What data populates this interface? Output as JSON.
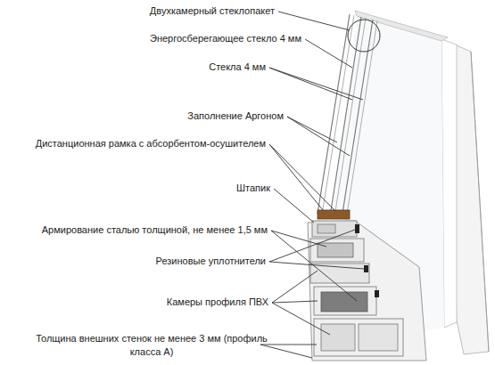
{
  "diagram": {
    "labels": [
      "Двухкамерный стеклопакет",
      "Энергосберегающее стекло 4 мм",
      "Стекла 4 мм",
      "Заполнение Аргоном",
      "Дистанционная рамка с абсорбентом-осушителем",
      "Штапик",
      "Армирование сталью толщиной, не менее 1,5 мм",
      "Резиновые уплотнители",
      "Камеры профиля ПВХ",
      "Толщина внешних стенок не менее 3 мм (профиль класса А)"
    ]
  }
}
